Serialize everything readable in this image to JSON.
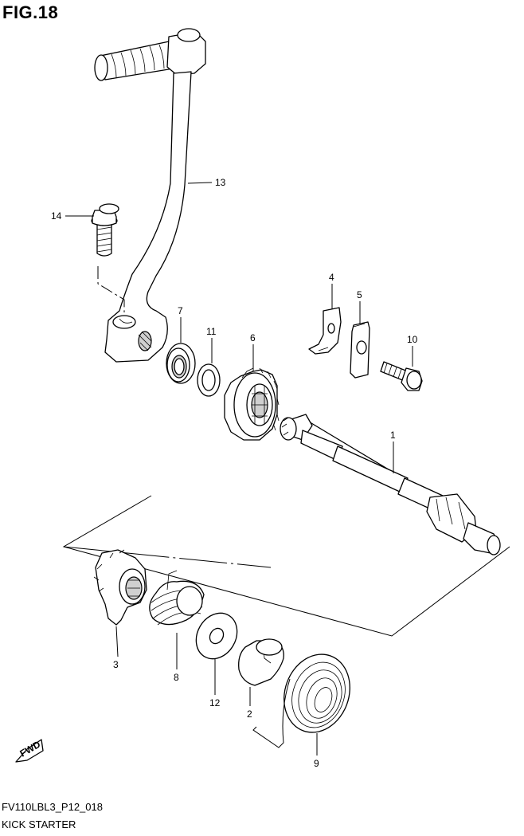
{
  "figure": {
    "title": "FIG.18",
    "code": "FV110LBL3_P12_018",
    "name": "KICK STARTER",
    "fwd_mark": "FWD"
  },
  "callouts": [
    "1",
    "2",
    "3",
    "4",
    "5",
    "6",
    "7",
    "8",
    "9",
    "10",
    "11",
    "12",
    "13",
    "14"
  ]
}
